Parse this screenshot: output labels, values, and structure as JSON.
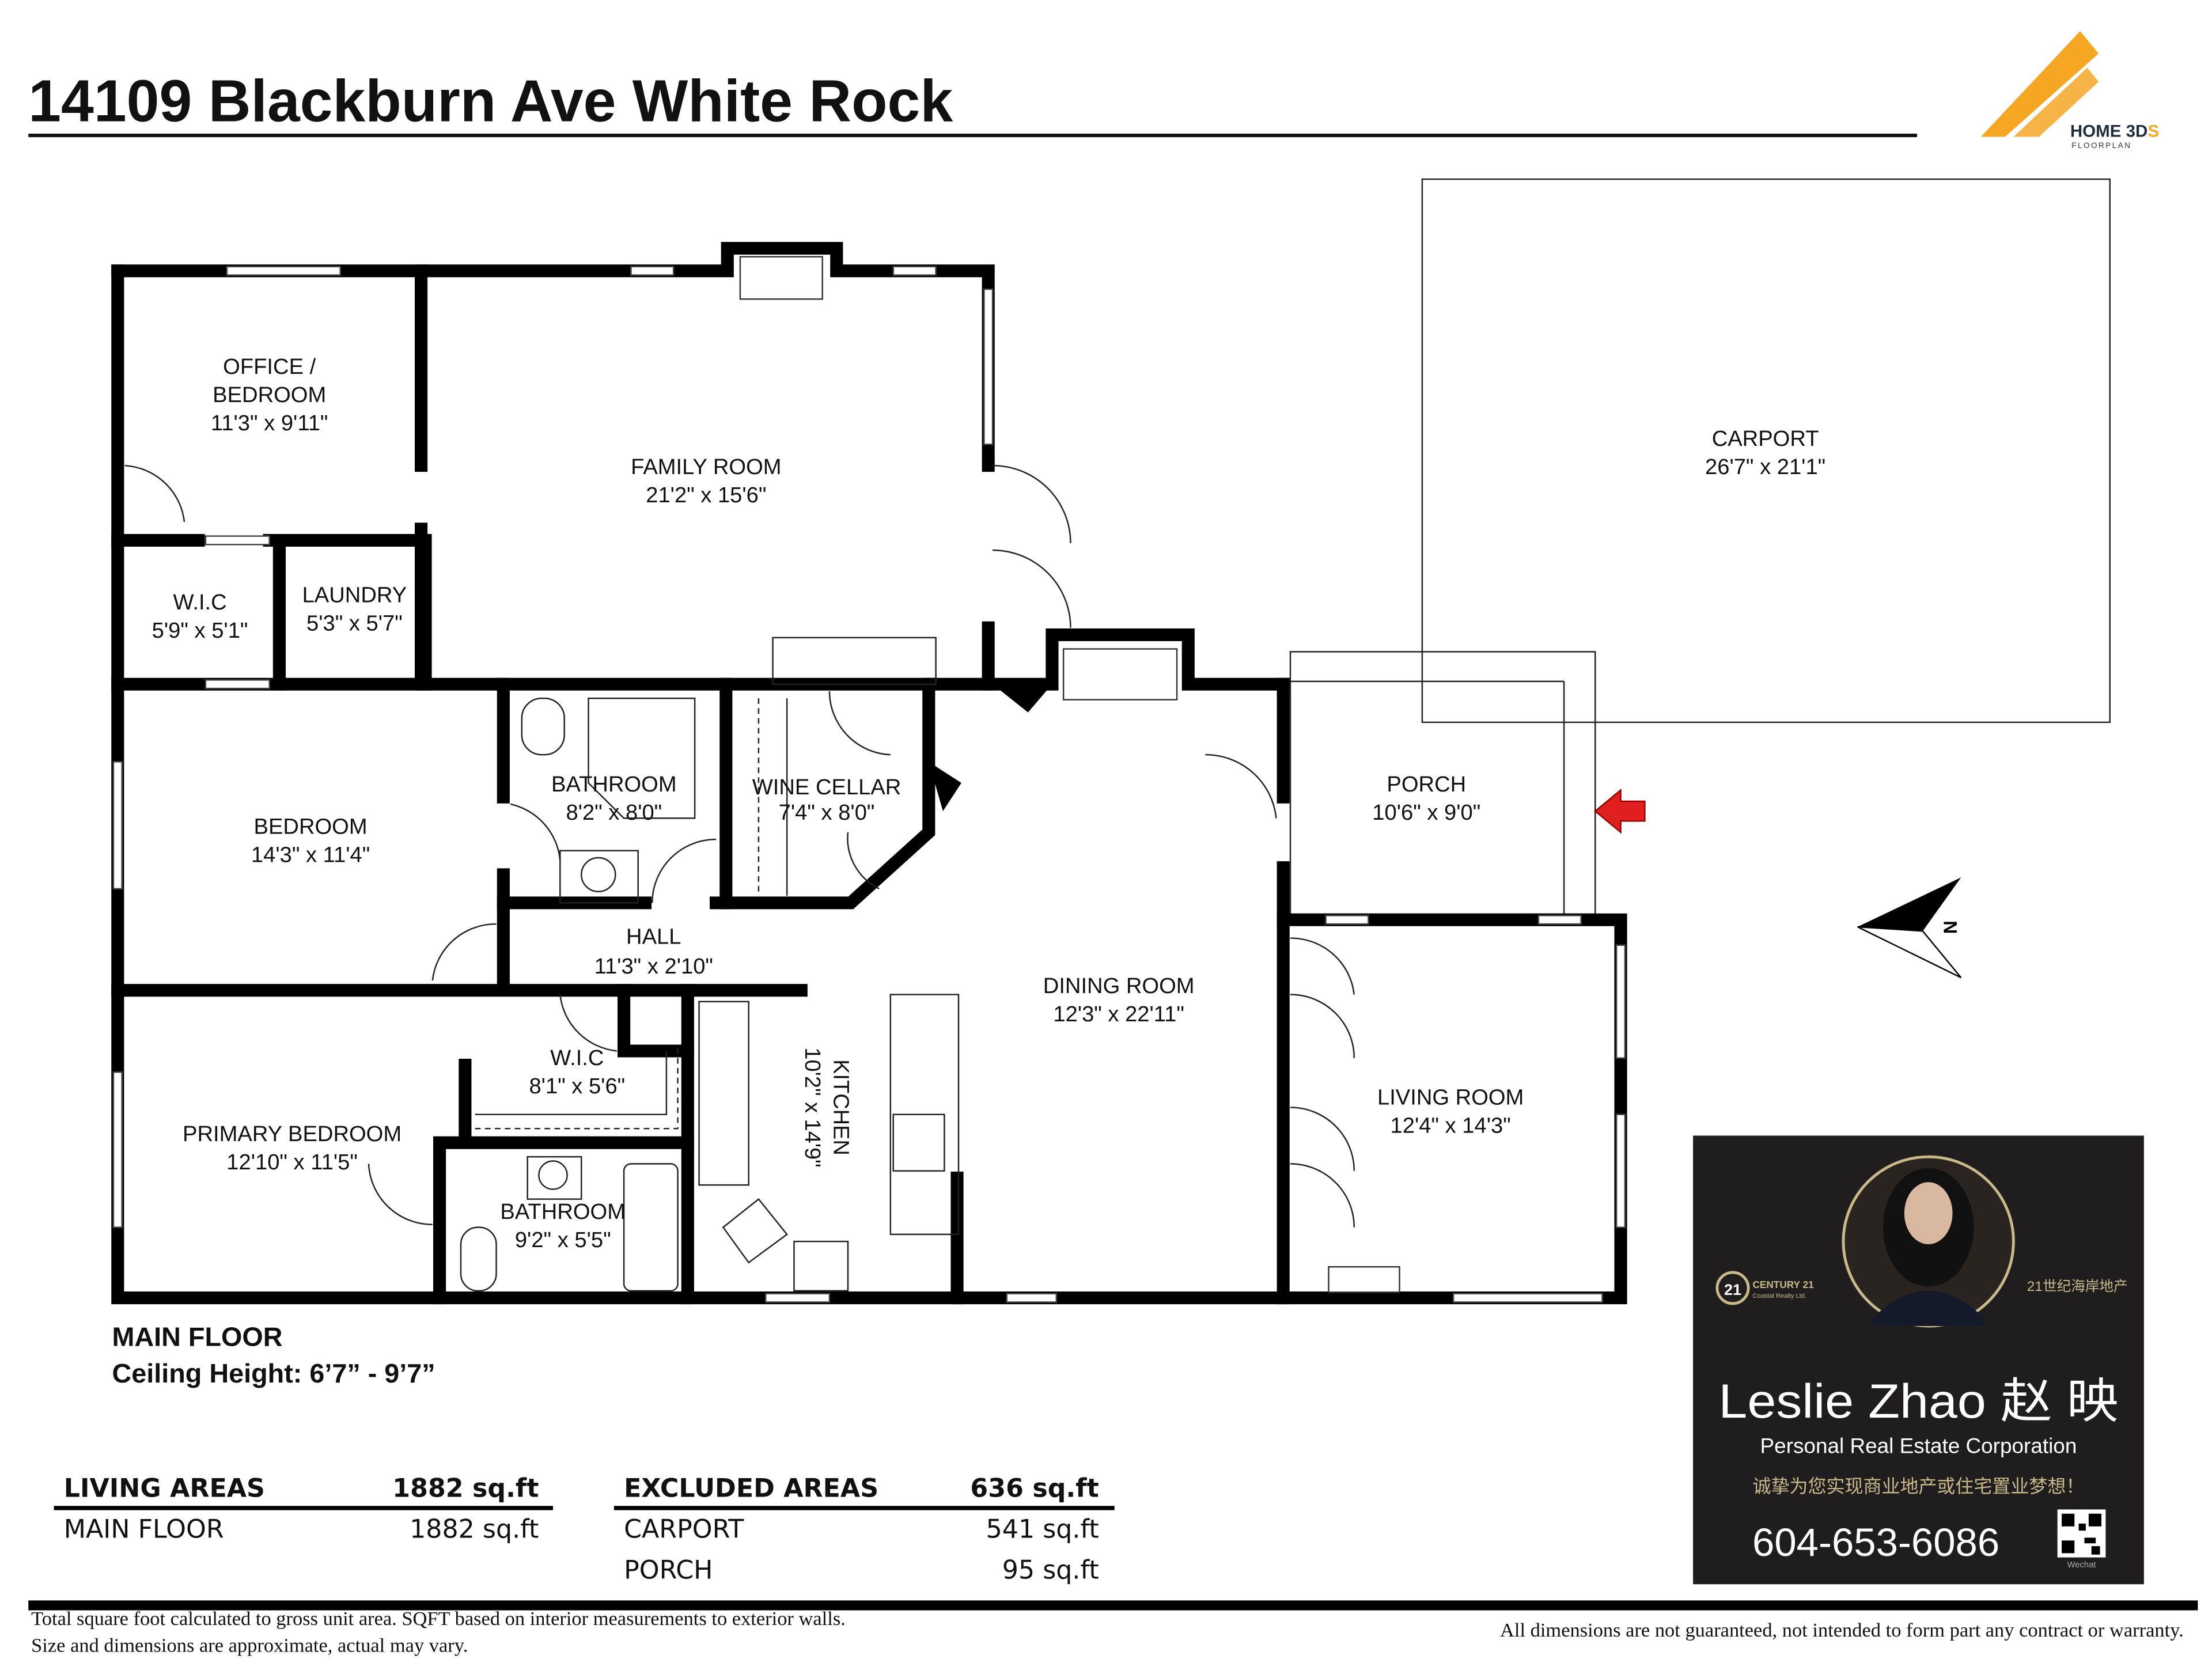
{
  "header": {
    "title": "14109 Blackburn Ave White Rock",
    "logo": {
      "brand": "HOME 3DS",
      "sub": "FLOORPLAN",
      "colors": {
        "orange": "#f5a623",
        "navy": "#1f2d3d"
      }
    }
  },
  "rooms": [
    {
      "id": "office",
      "name_lines": [
        "OFFICE /",
        "BEDROOM"
      ],
      "dims": "11'3\" x 9'11\""
    },
    {
      "id": "family",
      "name": "FAMILY ROOM",
      "dims": "21'2\" x 15'6\""
    },
    {
      "id": "wic1",
      "name": "W.I.C",
      "dims": "5'9\" x 5'1\""
    },
    {
      "id": "laundry",
      "name": "LAUNDRY",
      "dims": "5'3\" x 5'7\""
    },
    {
      "id": "bedroom",
      "name": "BEDROOM",
      "dims": "14'3\" x 11'4\""
    },
    {
      "id": "bath1",
      "name": "BATHROOM",
      "dims": "8'2\" x 8'0\""
    },
    {
      "id": "wine",
      "name": "WINE CELLAR",
      "dims": "7'4\" x 8'0\""
    },
    {
      "id": "hall",
      "name": "HALL",
      "dims": "11'3\" x 2'10\""
    },
    {
      "id": "wic2",
      "name": "W.I.C",
      "dims": "8'1\" x 5'6\""
    },
    {
      "id": "primary",
      "name": "PRIMARY BEDROOM",
      "dims": "12'10\" x 11'5\""
    },
    {
      "id": "bath2",
      "name": "BATHROOM",
      "dims": "9'2\" x 5'5\""
    },
    {
      "id": "kitchen",
      "name": "KITCHEN",
      "dims": "10'2\" x 14'9\""
    },
    {
      "id": "dining",
      "name": "DINING ROOM",
      "dims": "12'3\" x 22'11\""
    },
    {
      "id": "living",
      "name": "LIVING ROOM",
      "dims": "12'4\" x 14'3\""
    },
    {
      "id": "porch",
      "name": "PORCH",
      "dims": "10'6\" x 9'0\""
    },
    {
      "id": "carport",
      "name": "CARPORT",
      "dims": "26'7\" x 21'1\""
    }
  ],
  "floor": {
    "name": "MAIN FLOOR",
    "ceiling": "Ceiling Height: 6’7” - 9’7”"
  },
  "compass": {
    "label": "N",
    "icon": "north-arrow-icon"
  },
  "entrance_icon": {
    "name": "entrance-arrow-icon",
    "color": "#e02020"
  },
  "areas": {
    "living": {
      "header": "LIVING AREAS",
      "total": "1882 sq.ft",
      "rows": [
        {
          "label": "MAIN FLOOR",
          "value": "1882 sq.ft"
        }
      ]
    },
    "excluded": {
      "header": "EXCLUDED AREAS",
      "total": "636 sq.ft",
      "rows": [
        {
          "label": "CARPORT",
          "value": "541 sq.ft"
        },
        {
          "label": "PORCH",
          "value": "95 sq.ft"
        }
      ]
    }
  },
  "agent": {
    "brokerage": "CENTURY 21",
    "brokerage_sub": "Coastal Realty Ltd.",
    "brokerage_cn": "21世纪海岸地产",
    "name": "Leslie Zhao 赵 映",
    "title": "Personal Real Estate Corporation",
    "slogan": "诚挚为您实现商业地产或住宅置业梦想！",
    "phone": "604-653-6086",
    "qr_label": "Wechat",
    "colors": {
      "bg": "#1f1d1d",
      "gold": "#c9b98a"
    }
  },
  "footer": {
    "note1": "Total square foot calculated to gross unit area. SQFT based on interior measurements to exterior walls.",
    "note2": "Size and dimensions are approximate, actual may vary.",
    "disclaimer": "All dimensions are not guaranteed, not intended to form part any contract or warranty."
  }
}
